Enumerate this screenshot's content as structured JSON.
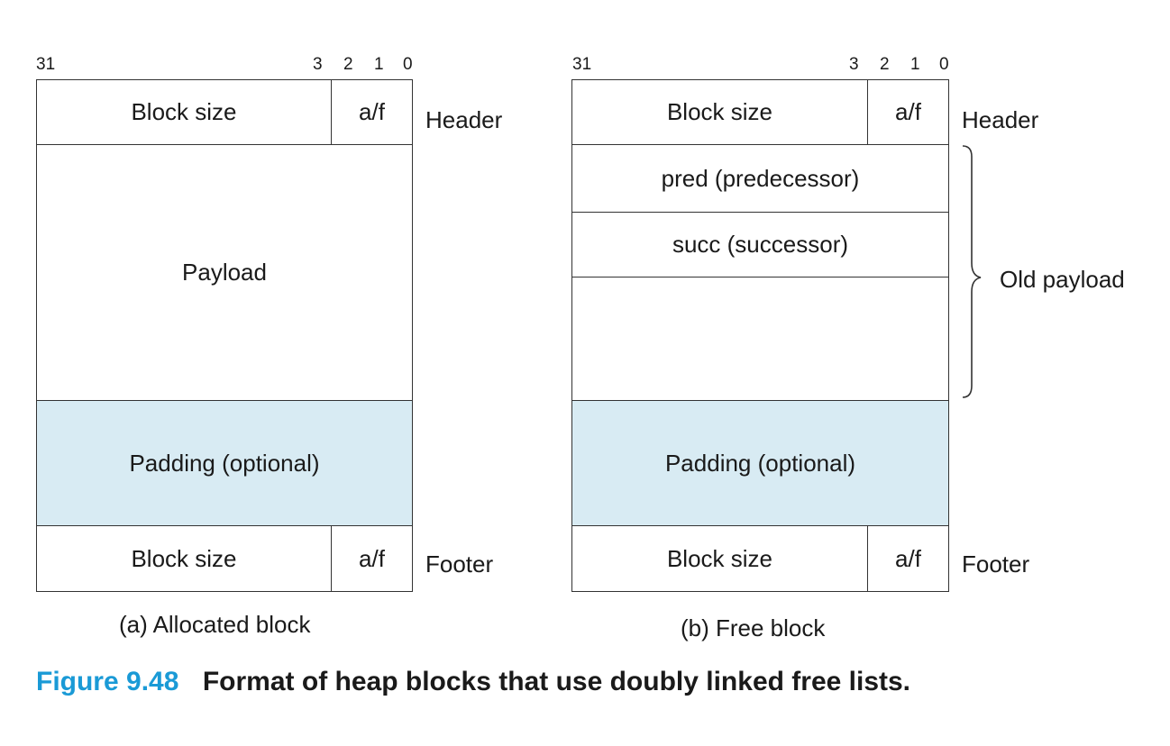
{
  "left": {
    "bits": [
      "31",
      "3",
      "2",
      "1",
      "0"
    ],
    "header_size": "Block size",
    "header_af": "a/f",
    "header_label": "Header",
    "payload": "Payload",
    "padding": "Padding (optional)",
    "footer_size": "Block size",
    "footer_af": "a/f",
    "footer_label": "Footer",
    "caption": "(a) Allocated block"
  },
  "right": {
    "bits": [
      "31",
      "3",
      "2",
      "1",
      "0"
    ],
    "header_size": "Block size",
    "header_af": "a/f",
    "header_label": "Header",
    "pred": "pred (predecessor)",
    "succ": "succ (successor)",
    "old_payload": "Old payload",
    "padding": "Padding (optional)",
    "footer_size": "Block size",
    "footer_af": "a/f",
    "footer_label": "Footer",
    "caption": "(b) Free block"
  },
  "figure": {
    "number": "Figure 9.48",
    "title": "Format of heap blocks that use doubly linked free lists."
  }
}
